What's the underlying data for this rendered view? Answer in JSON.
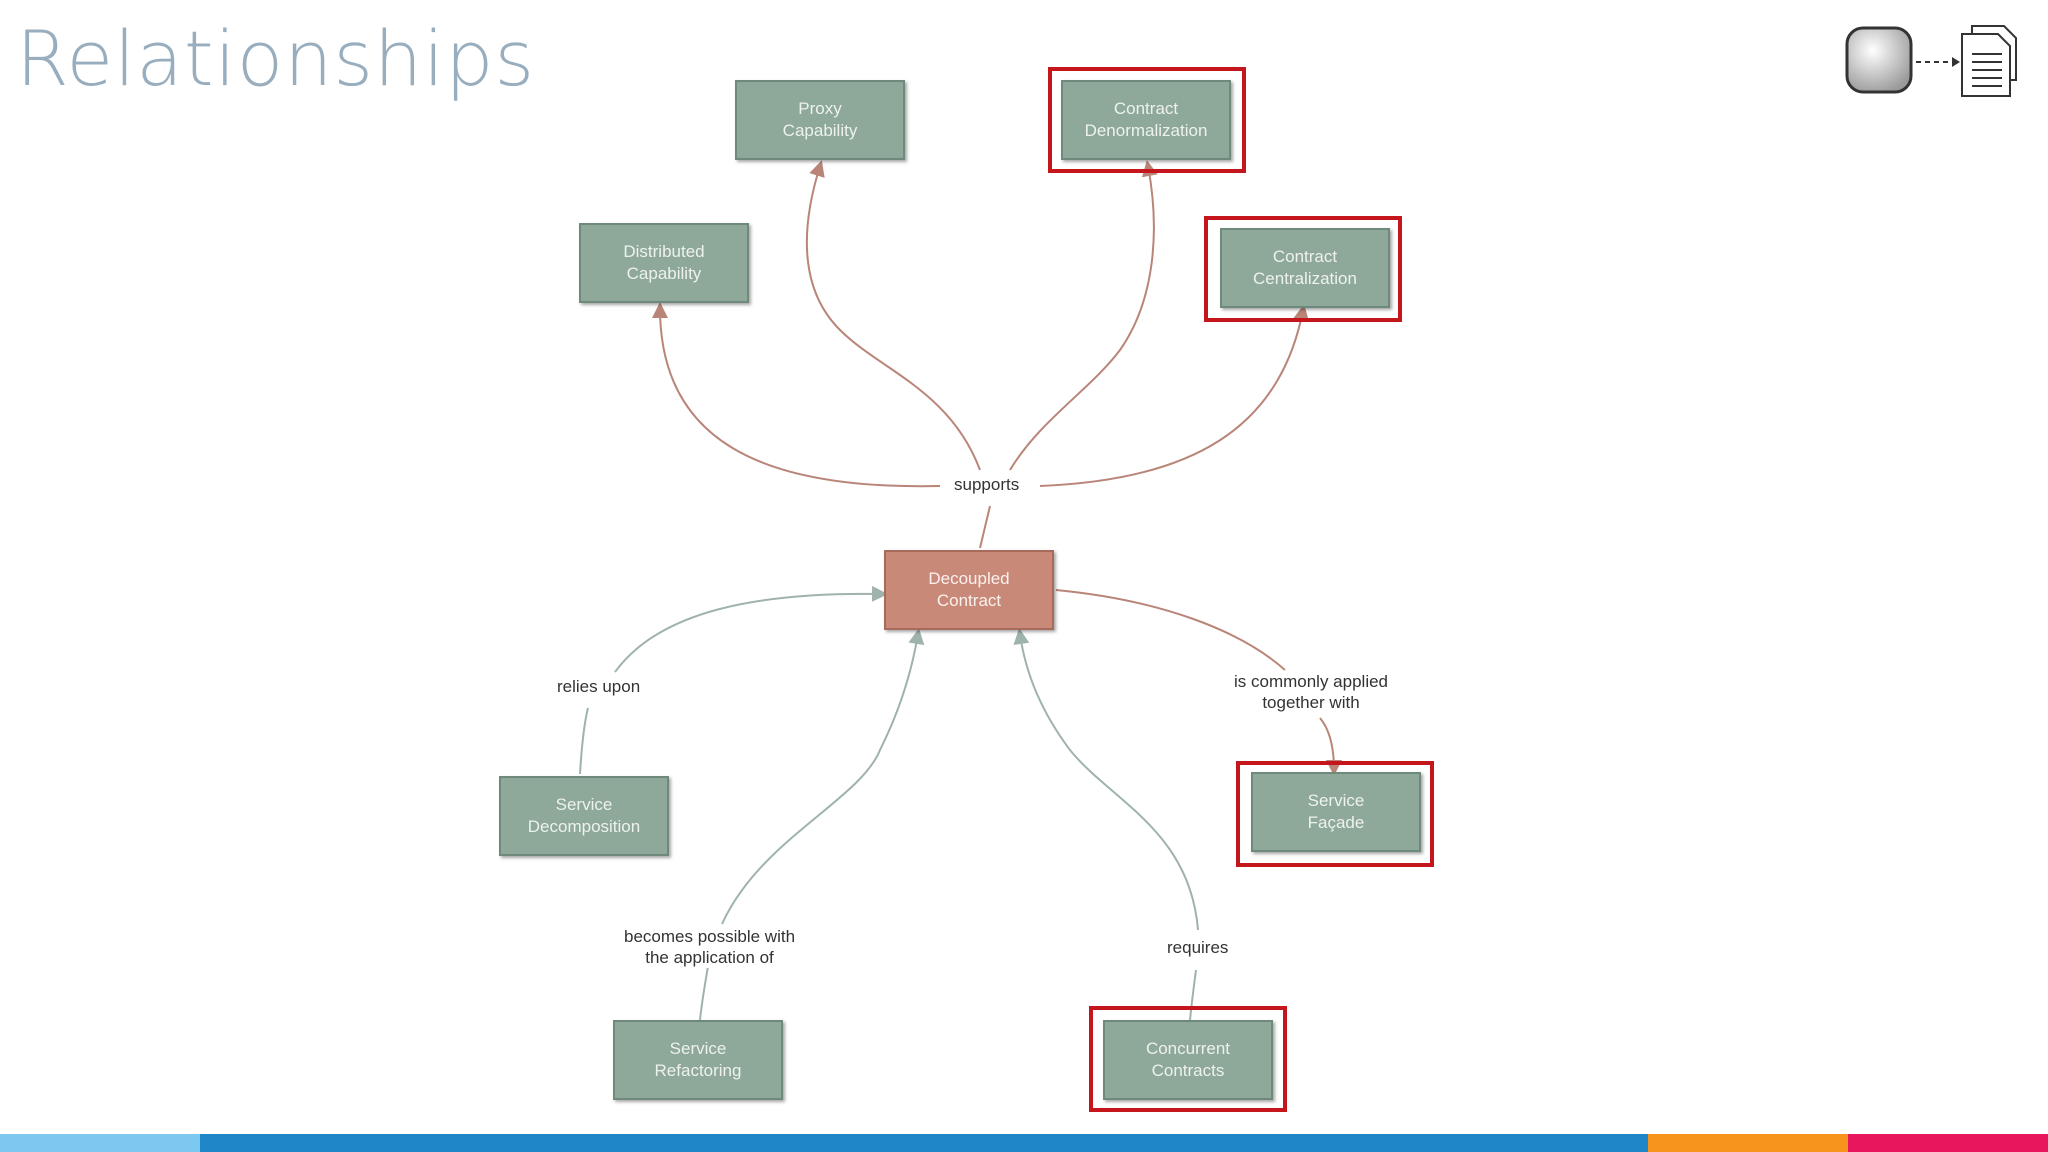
{
  "slide": {
    "title": "Relationships"
  },
  "nodes": {
    "proxy": "Proxy\nCapability",
    "denorm": "Contract\nDenormalization",
    "distributed": "Distributed\nCapability",
    "central": "Contract\nCentralization",
    "decoupled": "Decoupled\nContract",
    "decomp": "Service\nDecomposition",
    "facade": "Service\nFaçade",
    "refactor": "Service\nRefactoring",
    "concurrent": "Concurrent\nContracts"
  },
  "labels": {
    "supports": "supports",
    "relies": "relies upon",
    "applied": "is commonly applied\ntogether with",
    "becomes": "becomes possible with\nthe application of",
    "requires": "requires"
  },
  "colors": {
    "node_fill": "#8ea89a",
    "center_fill": "#c98979",
    "highlight": "#c4161c",
    "title": "#98aebe",
    "arrow_warm": "#b98578",
    "arrow_cool": "#9fb3ad"
  },
  "bottom_bar": [
    "#7dc8f0",
    "#1f86c8",
    "#f7941d",
    "#e8175d"
  ]
}
